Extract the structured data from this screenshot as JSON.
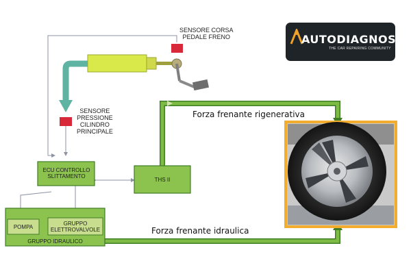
{
  "labels": {
    "brake_pedal_sensor": [
      "SENSORE CORSA",
      "PEDALE FRENO"
    ],
    "master_pressure_sensor": [
      "SENSORE",
      "PRESSIONE",
      "CILINDRO",
      "PRINCIPALE"
    ],
    "ecu": [
      "ECU CONTROLLO",
      "SLITTAMENTO"
    ],
    "ths": "THS II",
    "pump": "POMPA",
    "valve_group": [
      "GRUPPO",
      "ELETTROVALVOLE"
    ],
    "hydraulic_group": "GRUPPO IDRAULICO",
    "regen_force": "Forza frenante rigenerativa",
    "hydraulic_force": "Forza frenante idraulica"
  },
  "logo": {
    "name": "AUTODIAGNOSTIC",
    "tagline": "THE CAR REPAIRING COMMUNITY"
  },
  "colors": {
    "box_fill": "#8cc34f",
    "box_border": "#3e7c26",
    "inner_box_fill": "#c8de8e",
    "arrow_green": "#3f8a2b",
    "arrow_teal": "#5fb3a2",
    "cylinder_yellow": "#d9e94a",
    "sensor_red": "#d8293a",
    "wheel_frame": "#f2ad2f",
    "line_gray": "#8c93a3",
    "logo_bg": "#1e2428",
    "logo_accent": "#f0a22a"
  },
  "icons": [
    "brake-pedal-icon",
    "master-cylinder-icon",
    "wheel-image",
    "logo-mark-icon"
  ]
}
